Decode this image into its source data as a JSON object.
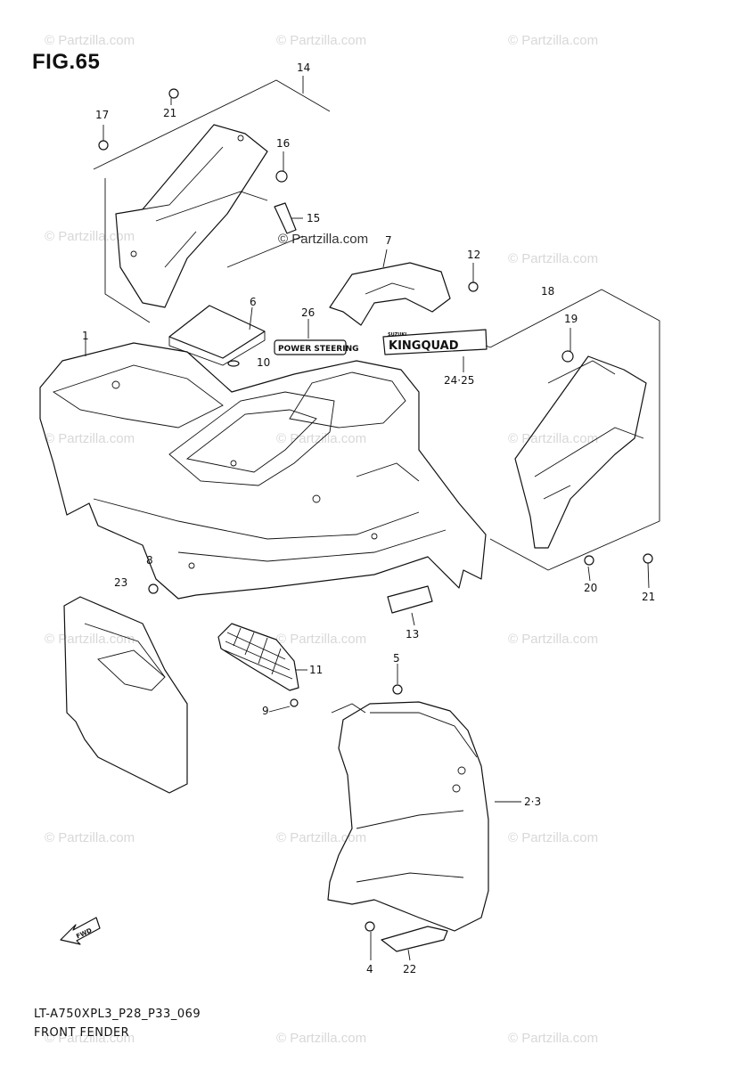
{
  "figure": {
    "title": "FIG.65",
    "model_code": "LT-A750XPL3_P28_P33_069",
    "section_name": "FRONT FENDER"
  },
  "watermark": {
    "text": "© Partzilla.com",
    "overlay_text": "© Partzilla.com"
  },
  "decals": {
    "power_steering": "POWER STEERING",
    "kingquad": "KINGQUAD",
    "kingquad_small": "SUZUKI"
  },
  "arrow_label": "FWD",
  "callouts": [
    {
      "id": "c1",
      "label": "1"
    },
    {
      "id": "c2",
      "label": "2·3"
    },
    {
      "id": "c4",
      "label": "4"
    },
    {
      "id": "c5",
      "label": "5"
    },
    {
      "id": "c6",
      "label": "6"
    },
    {
      "id": "c7",
      "label": "7"
    },
    {
      "id": "c8",
      "label": "8"
    },
    {
      "id": "c9",
      "label": "9"
    },
    {
      "id": "c10",
      "label": "10"
    },
    {
      "id": "c11",
      "label": "11"
    },
    {
      "id": "c12",
      "label": "12"
    },
    {
      "id": "c13",
      "label": "13"
    },
    {
      "id": "c14",
      "label": "14"
    },
    {
      "id": "c15",
      "label": "15"
    },
    {
      "id": "c16",
      "label": "16"
    },
    {
      "id": "c17",
      "label": "17"
    },
    {
      "id": "c18",
      "label": "18"
    },
    {
      "id": "c19",
      "label": "19"
    },
    {
      "id": "c20",
      "label": "20"
    },
    {
      "id": "c21a",
      "label": "21"
    },
    {
      "id": "c21b",
      "label": "21"
    },
    {
      "id": "c22",
      "label": "22"
    },
    {
      "id": "c23",
      "label": "23"
    },
    {
      "id": "c24",
      "label": "24·25"
    },
    {
      "id": "c26",
      "label": "26"
    }
  ]
}
